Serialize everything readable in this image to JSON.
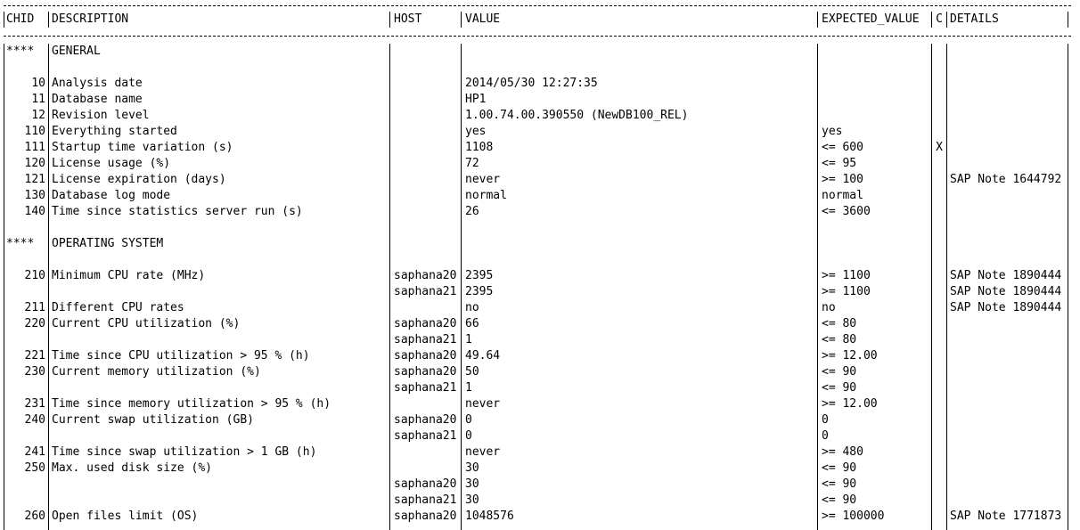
{
  "headers": {
    "chid": "CHID",
    "description": "DESCRIPTION",
    "host": "HOST",
    "value": "VALUE",
    "expected_value": "EXPECTED_VALUE",
    "c": "C",
    "details": "DETAILS"
  },
  "rows": [
    {
      "chid": "****",
      "description": "GENERAL",
      "host": "",
      "value": "",
      "expected": "",
      "c": "",
      "details": ""
    },
    {
      "chid": "",
      "description": "",
      "host": "",
      "value": "",
      "expected": "",
      "c": "",
      "details": ""
    },
    {
      "chid": "10",
      "description": "Analysis date",
      "host": "",
      "value": "2014/05/30 12:27:35",
      "expected": "",
      "c": "",
      "details": ""
    },
    {
      "chid": "11",
      "description": "Database name",
      "host": "",
      "value": "HP1",
      "expected": "",
      "c": "",
      "details": ""
    },
    {
      "chid": "12",
      "description": "Revision level",
      "host": "",
      "value": "1.00.74.00.390550 (NewDB100_REL)",
      "expected": "",
      "c": "",
      "details": ""
    },
    {
      "chid": "110",
      "description": "Everything started",
      "host": "",
      "value": "yes",
      "expected": "yes",
      "c": "",
      "details": ""
    },
    {
      "chid": "111",
      "description": "Startup time variation (s)",
      "host": "",
      "value": "1108",
      "expected": "<= 600",
      "c": "X",
      "details": ""
    },
    {
      "chid": "120",
      "description": "License usage (%)",
      "host": "",
      "value": "72",
      "expected": "<= 95",
      "c": "",
      "details": ""
    },
    {
      "chid": "121",
      "description": "License expiration (days)",
      "host": "",
      "value": "never",
      "expected": ">= 100",
      "c": "",
      "details": "SAP Note 1644792"
    },
    {
      "chid": "130",
      "description": "Database log mode",
      "host": "",
      "value": "normal",
      "expected": "normal",
      "c": "",
      "details": ""
    },
    {
      "chid": "140",
      "description": "Time since statistics server run (s)",
      "host": "",
      "value": "26",
      "expected": "<= 3600",
      "c": "",
      "details": ""
    },
    {
      "chid": "",
      "description": "",
      "host": "",
      "value": "",
      "expected": "",
      "c": "",
      "details": ""
    },
    {
      "chid": "****",
      "description": "OPERATING SYSTEM",
      "host": "",
      "value": "",
      "expected": "",
      "c": "",
      "details": ""
    },
    {
      "chid": "",
      "description": "",
      "host": "",
      "value": "",
      "expected": "",
      "c": "",
      "details": ""
    },
    {
      "chid": "210",
      "description": "Minimum CPU rate (MHz)",
      "host": "saphana20",
      "value": "2395",
      "expected": ">= 1100",
      "c": "",
      "details": "SAP Note 1890444"
    },
    {
      "chid": "",
      "description": "",
      "host": "saphana21",
      "value": "2395",
      "expected": ">= 1100",
      "c": "",
      "details": "SAP Note 1890444"
    },
    {
      "chid": "211",
      "description": "Different CPU rates",
      "host": "",
      "value": "no",
      "expected": "no",
      "c": "",
      "details": "SAP Note 1890444"
    },
    {
      "chid": "220",
      "description": "Current CPU utilization (%)",
      "host": "saphana20",
      "value": "66",
      "expected": "<= 80",
      "c": "",
      "details": ""
    },
    {
      "chid": "",
      "description": "",
      "host": "saphana21",
      "value": "1",
      "expected": "<= 80",
      "c": "",
      "details": ""
    },
    {
      "chid": "221",
      "description": "Time since CPU utilization > 95 % (h)",
      "host": "saphana20",
      "value": "49.64",
      "expected": ">= 12.00",
      "c": "",
      "details": ""
    },
    {
      "chid": "230",
      "description": "Current memory utilization (%)",
      "host": "saphana20",
      "value": "50",
      "expected": "<= 90",
      "c": "",
      "details": ""
    },
    {
      "chid": "",
      "description": "",
      "host": "saphana21",
      "value": "1",
      "expected": "<= 90",
      "c": "",
      "details": ""
    },
    {
      "chid": "231",
      "description": "Time since memory utilization > 95 % (h)",
      "host": "",
      "value": "never",
      "expected": ">= 12.00",
      "c": "",
      "details": ""
    },
    {
      "chid": "240",
      "description": "Current swap utilization (GB)",
      "host": "saphana20",
      "value": "0",
      "expected": "0",
      "c": "",
      "details": ""
    },
    {
      "chid": "",
      "description": "",
      "host": "saphana21",
      "value": "0",
      "expected": "0",
      "c": "",
      "details": ""
    },
    {
      "chid": "241",
      "description": "Time since swap utilization > 1 GB (h)",
      "host": "",
      "value": "never",
      "expected": ">= 480",
      "c": "",
      "details": ""
    },
    {
      "chid": "250",
      "description": "Max. used disk size (%)",
      "host": "",
      "value": "30",
      "expected": "<= 90",
      "c": "",
      "details": ""
    },
    {
      "chid": "",
      "description": "",
      "host": "saphana20",
      "value": "30",
      "expected": "<= 90",
      "c": "",
      "details": ""
    },
    {
      "chid": "",
      "description": "",
      "host": "saphana21",
      "value": "30",
      "expected": "<= 90",
      "c": "",
      "details": ""
    },
    {
      "chid": "260",
      "description": "Open files limit (OS)",
      "host": "saphana20",
      "value": "1048576",
      "expected": ">= 100000",
      "c": "",
      "details": "SAP Note 1771873"
    }
  ]
}
